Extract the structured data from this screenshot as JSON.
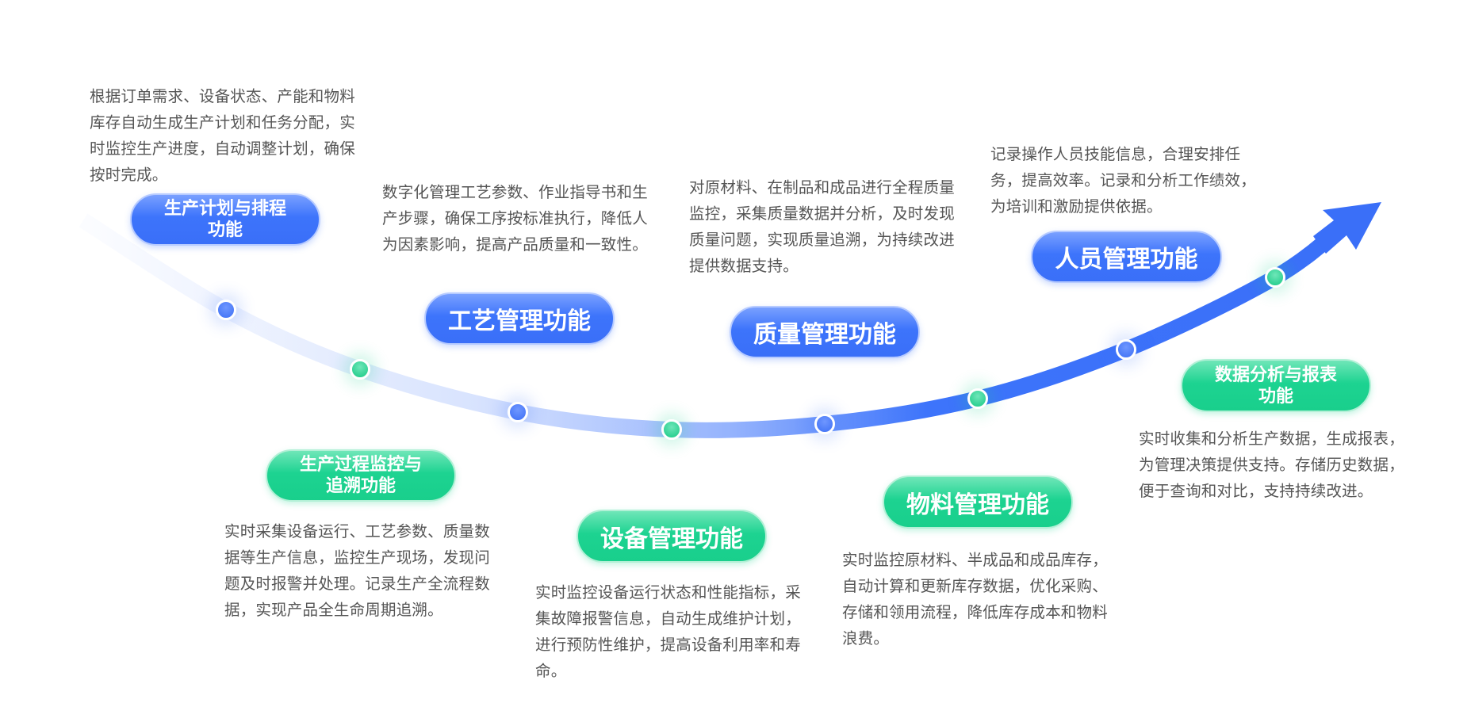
{
  "colors": {
    "blue": "#3d74fb",
    "green": "#1dd391",
    "text": "#555555"
  },
  "items": [
    {
      "title": [
        "生产计划与排程",
        "功能"
      ],
      "color": "blue",
      "desc": "根据订单需求、设备状态、产能和物料库存自动生成生产计划和任务分配，实时监控生产进度，自动调整计划，确保按时完成。"
    },
    {
      "title": [
        "生产过程监控与",
        "追溯功能"
      ],
      "color": "green",
      "desc": "实时采集设备运行、工艺参数、质量数据等生产信息，监控生产现场，发现问题及时报警并处理。记录生产全流程数据，实现产品全生命周期追溯。"
    },
    {
      "title": [
        "工艺管理功能"
      ],
      "color": "blue",
      "desc": "数字化管理工艺参数、作业指导书和生产步骤，确保工序按标准执行，降低人为因素影响，提高产品质量和一致性。"
    },
    {
      "title": [
        "设备管理功能"
      ],
      "color": "green",
      "desc": "实时监控设备运行状态和性能指标，采集故障报警信息，自动生成维护计划，进行预防性维护，提高设备利用率和寿命。"
    },
    {
      "title": [
        "质量管理功能"
      ],
      "color": "blue",
      "desc": "对原材料、在制品和成品进行全程质量监控，采集质量数据并分析，及时发现质量问题，实现质量追溯，为持续改进提供数据支持。"
    },
    {
      "title": [
        "物料管理功能"
      ],
      "color": "green",
      "desc": "实时监控原材料、半成品和成品库存，自动计算和更新库存数据，优化采购、存储和领用流程，降低库存成本和物料浪费。"
    },
    {
      "title": [
        "人员管理功能"
      ],
      "color": "blue",
      "desc": "记录操作人员技能信息，合理安排任务，提高效率。记录和分析工作绩效，为培训和激励提供依据。"
    },
    {
      "title": [
        "数据分析与报表",
        "功能"
      ],
      "color": "green",
      "desc": "实时收集和分析生产数据，生成报表，为管理决策提供支持。存储历史数据，便于查询和对比，支持持续改进。"
    }
  ]
}
